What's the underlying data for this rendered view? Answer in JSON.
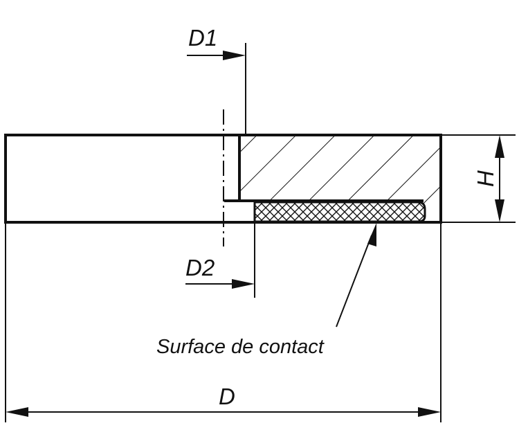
{
  "labels": {
    "d1": "D1",
    "d2": "D2",
    "h": "H",
    "d": "D",
    "contact_surface": "Surface de contact"
  },
  "colors": {
    "line": "#111111",
    "background": "#ffffff"
  }
}
